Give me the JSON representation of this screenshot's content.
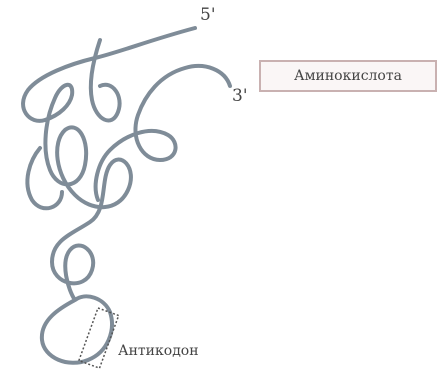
{
  "labels": {
    "five_prime": "5'",
    "three_prime": "3'",
    "amino_acid": "Аминокислота",
    "anticodon": "Антикодон"
  },
  "colors": {
    "strand": "#7f8c98",
    "box_border": "#c9b1b1",
    "box_fill": "#faf6f6",
    "text": "#444444"
  }
}
